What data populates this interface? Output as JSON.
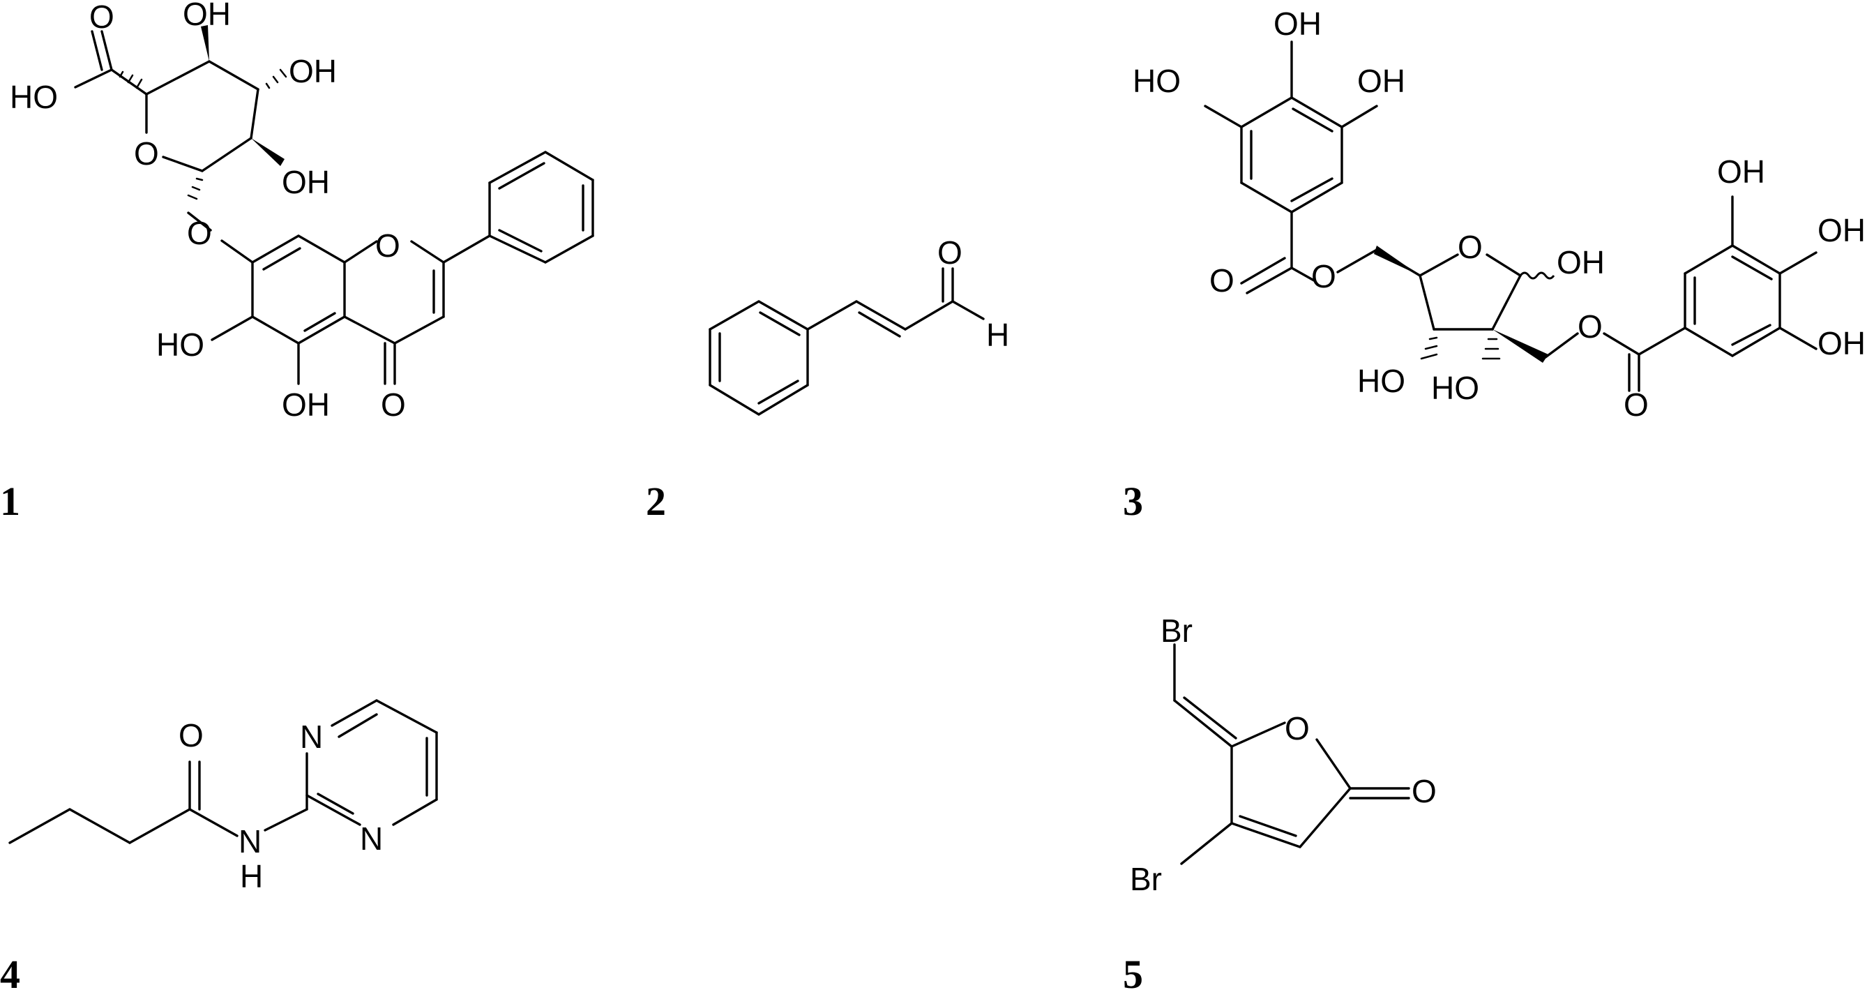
{
  "compounds": [
    {
      "number": "1",
      "atoms": {
        "o_acid_carbonyl": "O",
        "oh_acid": "HO",
        "o_ring": "O",
        "oh_c4": "OH",
        "oh_c3": "OH",
        "oh_c2": "OH",
        "o_glyc": "O",
        "o_chromone": "O",
        "oh_c6": "HO",
        "oh_c5": "OH",
        "o_ketone": "O"
      }
    },
    {
      "number": "2",
      "atoms": {
        "o_aldehyde": "O",
        "h_aldehyde": "H"
      }
    },
    {
      "number": "3",
      "atoms": {
        "oh_top": "OH",
        "oh_left": "HO",
        "oh_right": "OH",
        "o_ester1_carbonyl": "O",
        "o_ester1": "O",
        "o_ring": "O",
        "oh_anomeric": "OH",
        "oh_c3": "HO",
        "oh_c2": "HO",
        "o_ester2": "O",
        "o_ester2_carbonyl": "O",
        "oh_b_top": "OH",
        "oh_b_mid": "OH",
        "oh_b_bot": "OH"
      }
    },
    {
      "number": "4",
      "atoms": {
        "o_amide": "O",
        "n_amide": "N",
        "h_amide": "H",
        "n_ring_top": "N",
        "n_ring_bottom": "N"
      }
    },
    {
      "number": "5",
      "atoms": {
        "br_vinyl": "Br",
        "o_ring": "O",
        "o_lactone": "O",
        "br_ring": "Br"
      }
    }
  ]
}
